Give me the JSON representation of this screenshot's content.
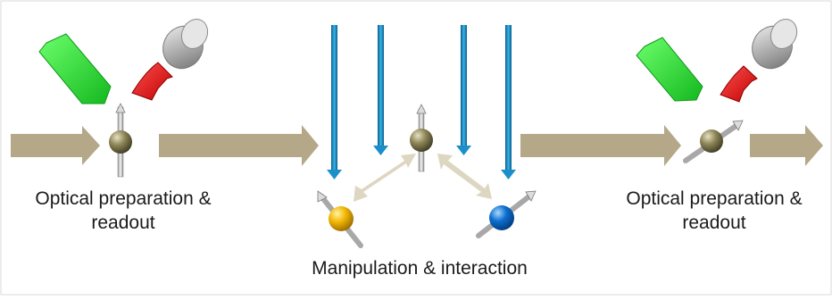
{
  "captions": {
    "left_line1": "Optical preparation &",
    "left_line2": "readout",
    "middle": "Manipulation & interaction",
    "right_line1": "Optical preparation &",
    "right_line2": "readout"
  },
  "colors": {
    "flow_arrow": "#b4a888",
    "laser_green": "#22d62e",
    "readout_red": "#e81414",
    "detector_gray": "#b8b8b8",
    "microwave_blue": "#1b8fc9",
    "spin_neutral": "#8a8258",
    "spin_yellow": "#f2b705",
    "spin_blue": "#0d6fcf",
    "interaction_arrow": "#ddd6c0"
  },
  "icons": [
    "laser-arrow-icon",
    "readout-arrow-icon",
    "detector-icon",
    "spin-qubit-icon",
    "microwave-pulse-icon"
  ]
}
